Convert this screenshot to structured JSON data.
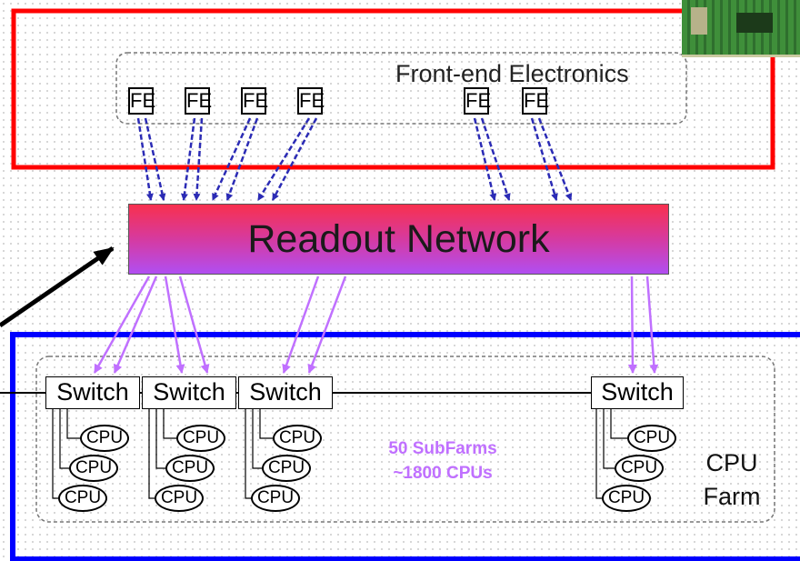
{
  "diagram": {
    "frontend": {
      "title": "Front-end Electronics",
      "modules": [
        "FE",
        "FE",
        "FE",
        "FE",
        "FE",
        "FE"
      ]
    },
    "readout_network": {
      "label": "Readout Network"
    },
    "farm": {
      "switch_label": "Switch",
      "cpu_label": "CPU",
      "subfarms_line1": "50 SubFarms",
      "subfarms_line2": "~1800 CPUs",
      "farm_line1": "CPU",
      "farm_line2": "Farm"
    },
    "colors": {
      "frontend_border": "#ff0000",
      "farm_border": "#0000ff",
      "fe_link": "#2b2bb5",
      "farm_link": "#c070ff",
      "subfarm_text": "#c070ff"
    },
    "icons": {
      "board": "pcb-board-photo"
    }
  }
}
